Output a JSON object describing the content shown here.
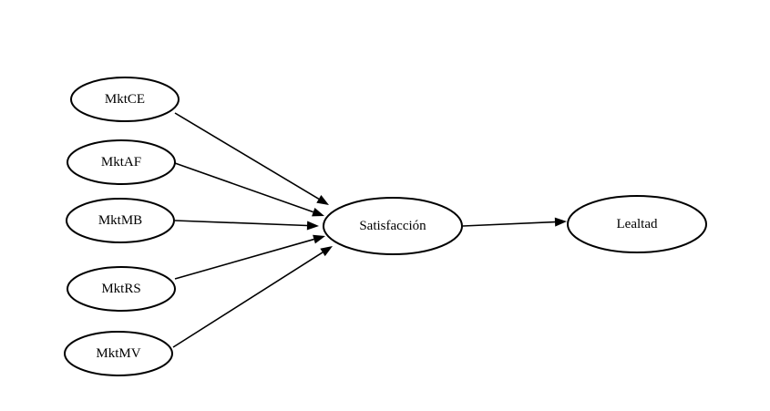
{
  "diagram": {
    "nodes": [
      {
        "id": "mktce",
        "label": "MktCE"
      },
      {
        "id": "mktaf",
        "label": "MktAF"
      },
      {
        "id": "mktmb",
        "label": "MktMB"
      },
      {
        "id": "mktrs",
        "label": "MktRS"
      },
      {
        "id": "mktmv",
        "label": "MktMV"
      },
      {
        "id": "satisfaccion",
        "label": "Satisfacción"
      },
      {
        "id": "lealtad",
        "label": "Lealtad"
      }
    ],
    "edges": [
      {
        "from": "mktce",
        "to": "satisfaccion"
      },
      {
        "from": "mktaf",
        "to": "satisfaccion"
      },
      {
        "from": "mktmb",
        "to": "satisfaccion"
      },
      {
        "from": "mktrs",
        "to": "satisfaccion"
      },
      {
        "from": "mktmv",
        "to": "satisfaccion"
      },
      {
        "from": "satisfaccion",
        "to": "lealtad"
      }
    ],
    "colors": {
      "stroke": "#000000",
      "fill": "#ffffff",
      "background": "#ffffff"
    }
  }
}
